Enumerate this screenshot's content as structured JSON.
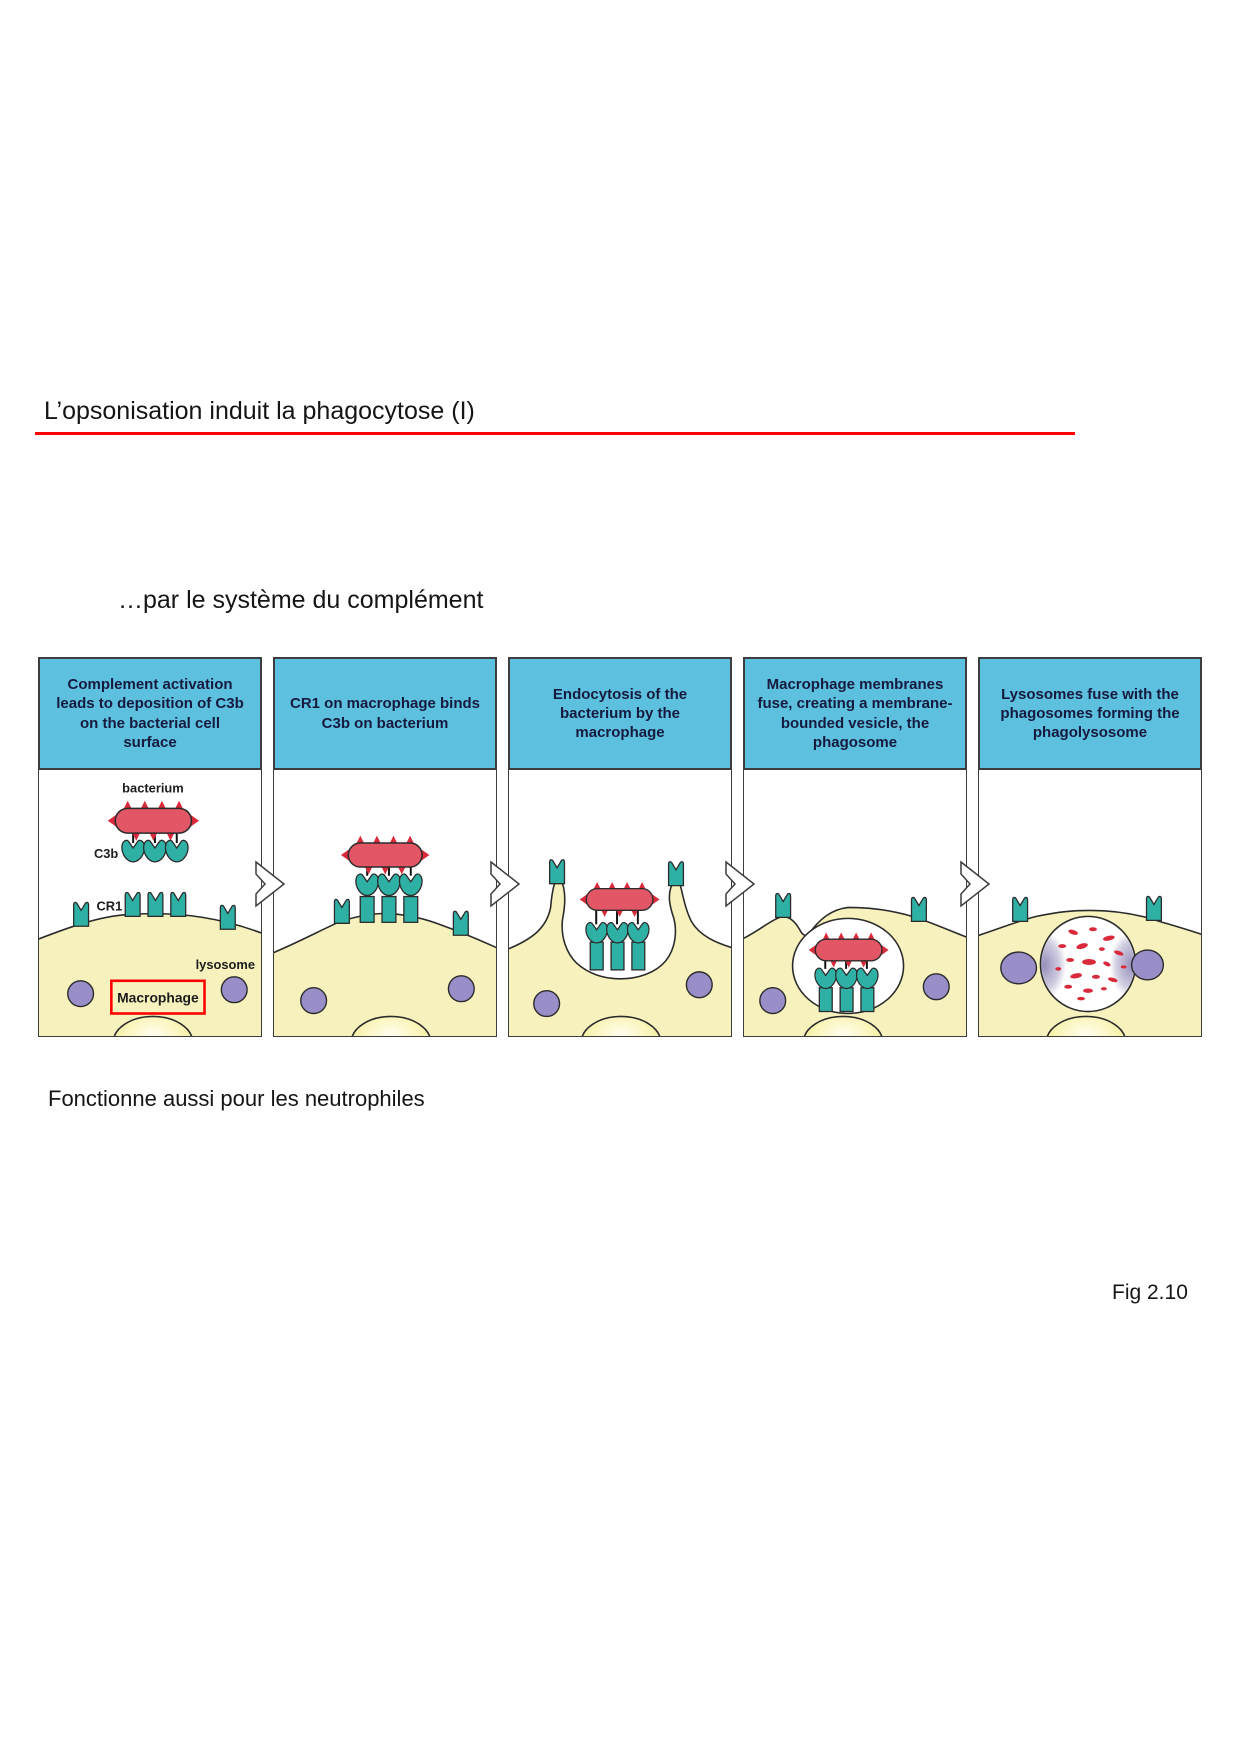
{
  "page": {
    "title": "L’opsonisation induit la phagocytose (I)",
    "subtitle": "…par le système du complément",
    "note": "Fonctionne aussi pour les neutrophiles",
    "figure_ref": "Fig 2.10"
  },
  "figure": {
    "panels": [
      {
        "header": "Complement activation leads to deposition of C3b on the bacterial cell surface",
        "labels": {
          "bacterium": "bacterium",
          "c3b": "C3b",
          "cr1": "CR1",
          "lysosome": "lysosome",
          "macrophage": "Macrophage"
        }
      },
      {
        "header": "CR1 on macrophage binds C3b on bacterium"
      },
      {
        "header": "Endocytosis of the bacterium by the macrophage"
      },
      {
        "header": "Macrophage membranes fuse, creating a membrane-bounded vesicle, the phagosome"
      },
      {
        "header": "Lysosomes fuse with the phagosomes forming the phagolysosome"
      }
    ],
    "colors": {
      "header_bg": "#5cc0de",
      "header_text": "#161a3e",
      "panel_border": "#3d3d3d",
      "bacterium_fill": "#e25666",
      "bacterium_spike": "#d92a3c",
      "receptor_teal": "#2fb0a5",
      "cytoplasm_yellow": "#f7f2bd",
      "lysosome_purple": "#9a8ec8",
      "outline_dark": "#2b2b2b",
      "accent_red": "#ff0000"
    }
  }
}
